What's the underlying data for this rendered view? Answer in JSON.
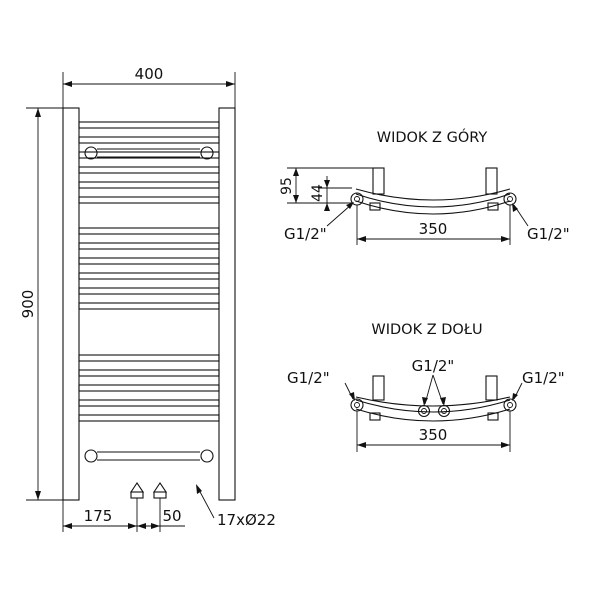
{
  "front_view": {
    "width": "400",
    "height": "900",
    "left_offset": "175",
    "pipe_spacing": "50",
    "tubes": "17xØ22"
  },
  "top_view": {
    "title": "WIDOK Z GÓRY",
    "height_total": "95",
    "height_pipe": "44",
    "connection_left": "G1/2\"",
    "connection_right": "G1/2\"",
    "spacing": "350"
  },
  "bottom_view": {
    "title": "WIDOK Z DOŁU",
    "connection_left": "G1/2\"",
    "connection_center": "G1/2\"",
    "connection_right": "G1/2\"",
    "spacing": "350"
  }
}
